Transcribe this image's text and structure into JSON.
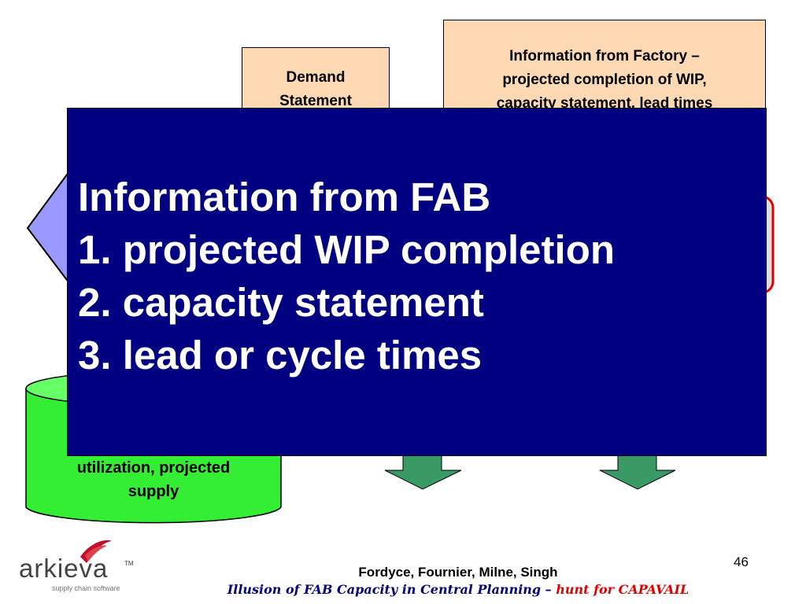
{
  "boxes": {
    "demand_statement": [
      "Demand",
      "Statement"
    ],
    "factory_info": [
      "Information from Factory –",
      "projected completion of WIP,",
      "capacity statement, lead times"
    ]
  },
  "cylinder": {
    "lines": [
      "utilization, projected",
      "supply"
    ],
    "color": "#33ee33"
  },
  "overlay": {
    "lines": [
      "Information from FAB",
      "1. projected WIP completion",
      "2. capacity statement",
      "3. lead or cycle times"
    ],
    "background": "#000080",
    "text_color": "#ffffff"
  },
  "footer": {
    "slide_number": "46",
    "authors": "Fordyce, Fournier, Milne, Singh",
    "subtitle_main": "Illusion of FAB Capacity in Central Planning – ",
    "subtitle_highlight": "hunt for CAPAVAIL"
  },
  "logo": {
    "name": "arkieva",
    "tm": "TM",
    "tagline": "supply chain software"
  },
  "colors": {
    "peach_box": "#ffd9b3",
    "arrow_green": "#3a9a66",
    "hexagon": "#9999ff",
    "red_outline": "#e00000"
  }
}
